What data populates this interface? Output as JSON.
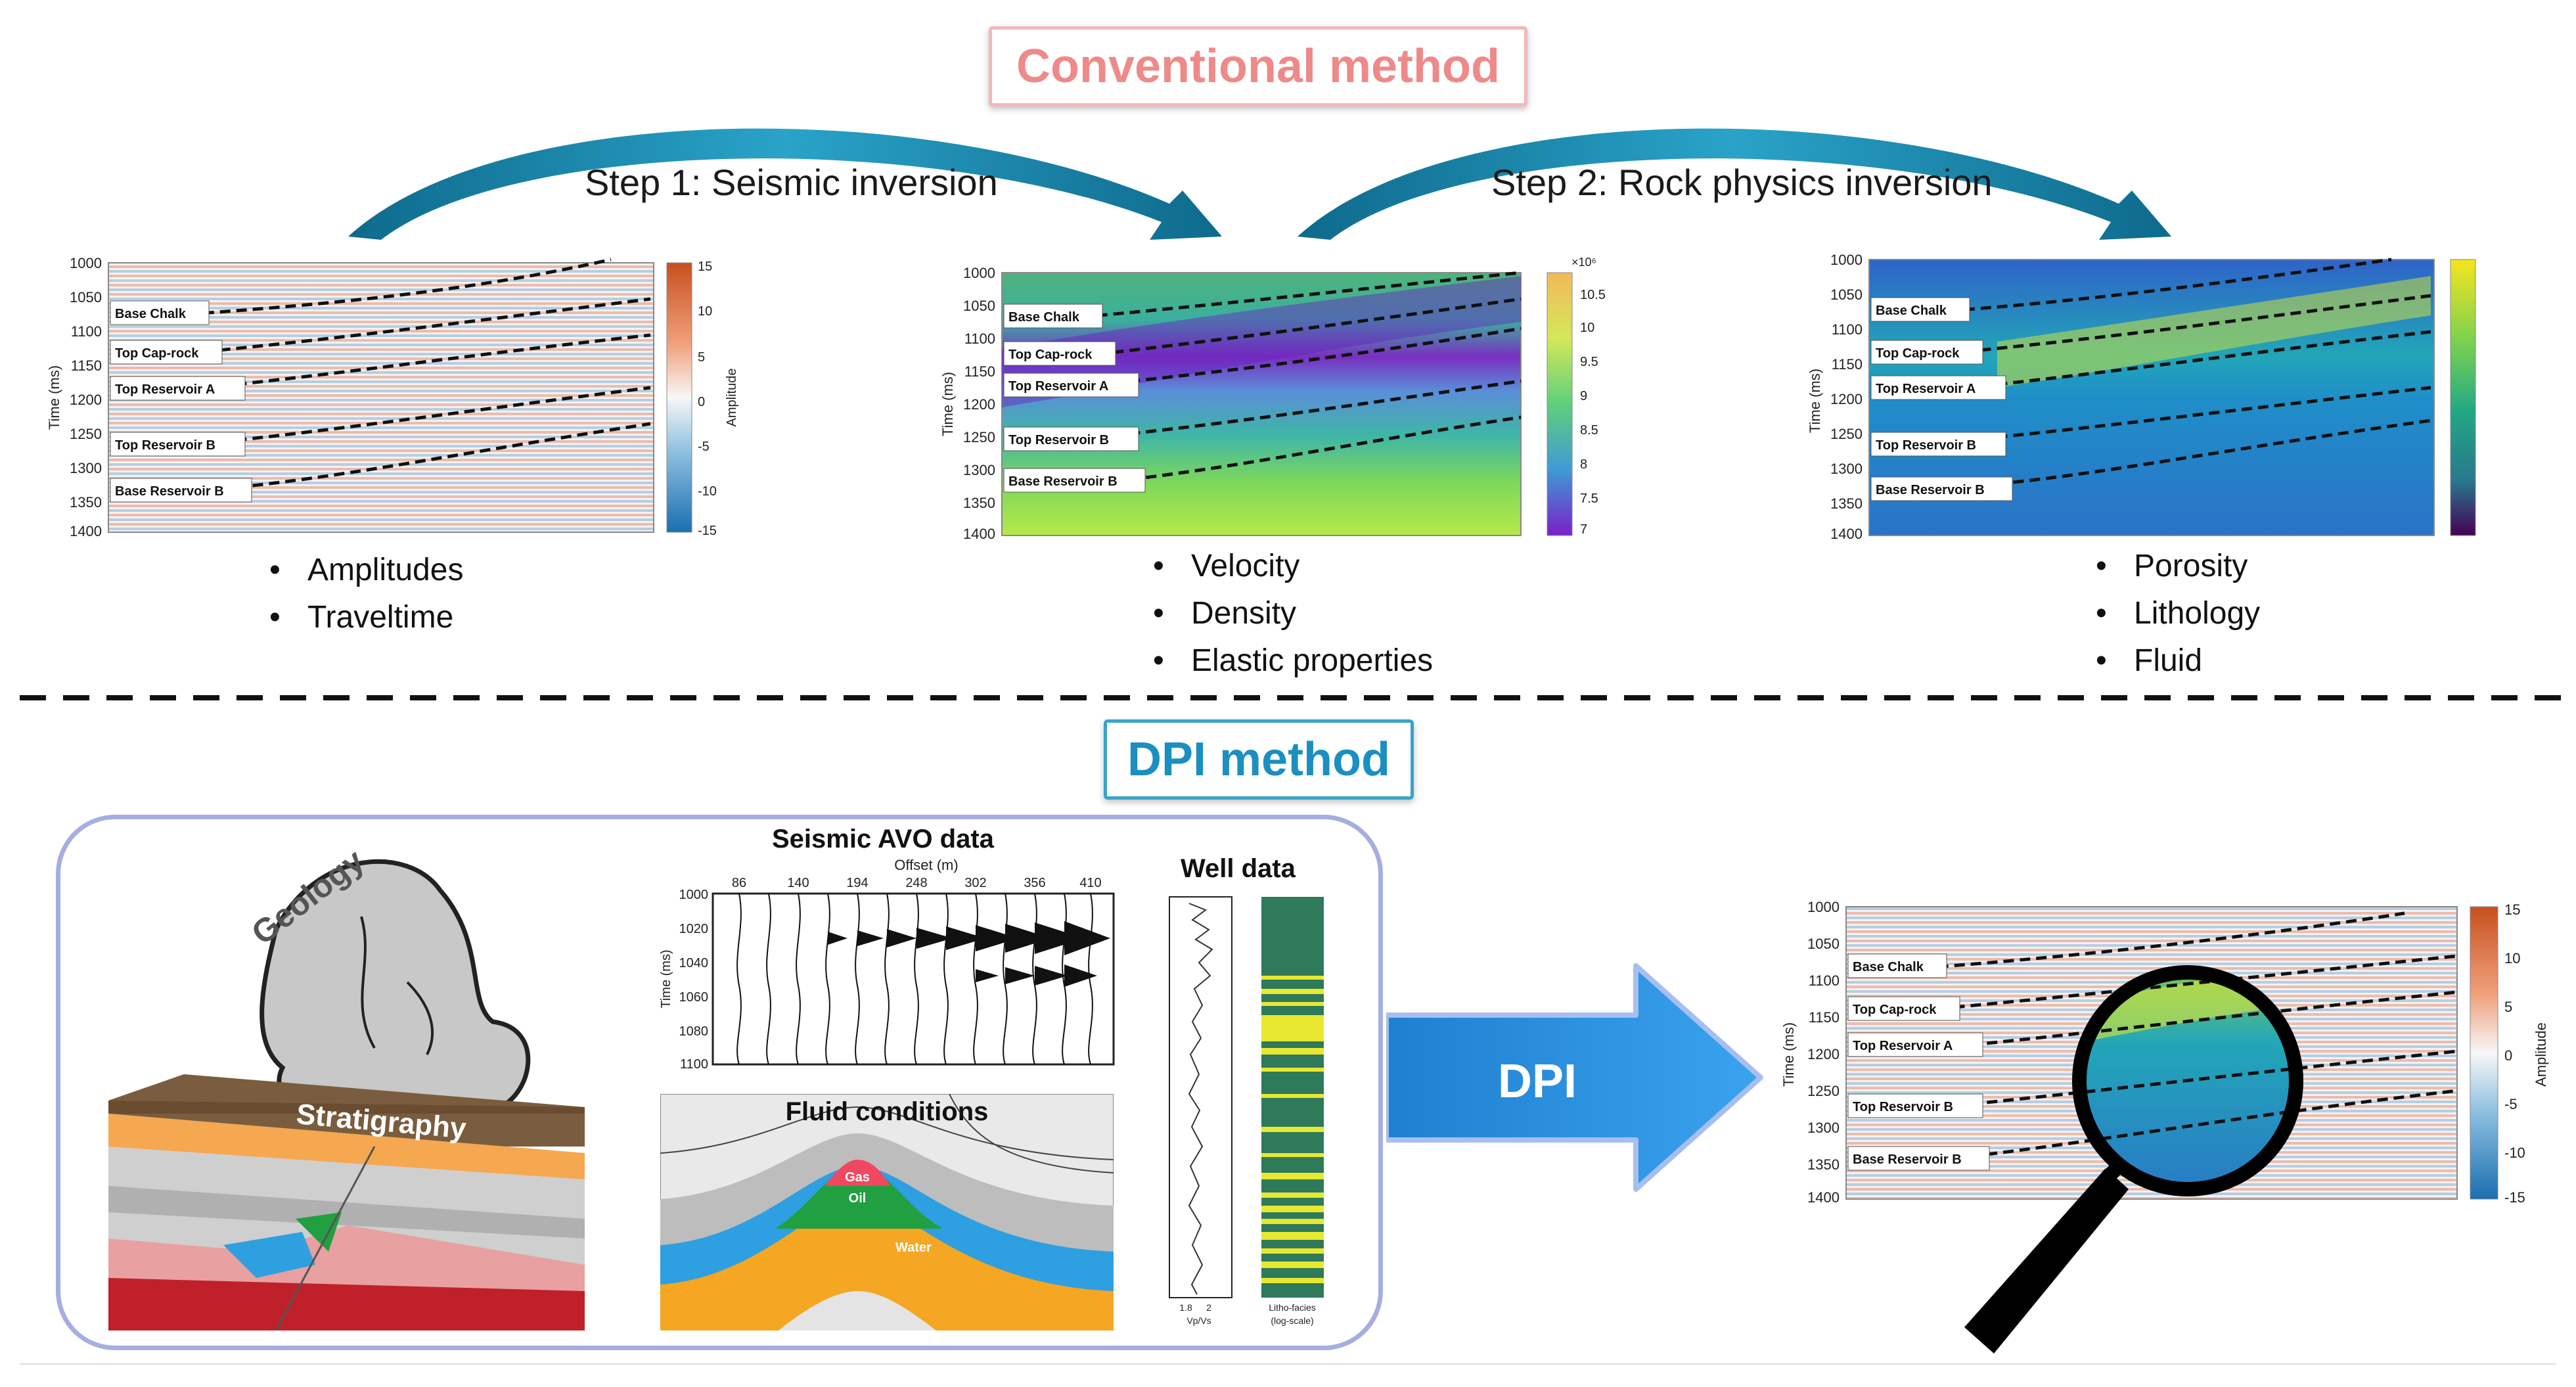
{
  "conventional_title": "Conventional method",
  "step1_label": "Step 1: Seismic inversion",
  "step2_label": "Step 2: Rock physics inversion",
  "dpi_title": "DPI method",
  "dpi_arrow_label": "DPI",
  "panels": {
    "time_axis_label": "Time (ms)",
    "time_ticks": [
      "1000",
      "1050",
      "1100",
      "1150",
      "1200",
      "1250",
      "1300",
      "1350",
      "1400"
    ],
    "horizons": [
      "Base Chalk",
      "Top Cap-rock",
      "Top Reservoir A",
      "Top Reservoir B",
      "Base Reservoir B"
    ],
    "amplitude_label": "Amplitude",
    "amplitude_ticks": [
      "15",
      "10",
      "5",
      "0",
      "-5",
      "-10",
      "-15"
    ],
    "velocity_exponent": "×10⁶",
    "velocity_ticks": [
      "10.5",
      "10",
      "9.5",
      "9",
      "8.5",
      "8",
      "7.5",
      "7"
    ]
  },
  "bullets": {
    "seismic": [
      "Amplitudes",
      "Traveltime"
    ],
    "elastic": [
      "Velocity",
      "Density",
      "Elastic properties"
    ],
    "rock": [
      "Porosity",
      "Lithology",
      "Fluid"
    ]
  },
  "inputs": {
    "geology": "Geology",
    "stratigraphy": "Stratigraphy",
    "avo_title": "Seismic AVO data",
    "avo_offset_label": "Offset (m)",
    "avo_offsets": [
      "86",
      "140",
      "194",
      "248",
      "302",
      "356",
      "410"
    ],
    "avo_time_label": "Time (ms)",
    "avo_times": [
      "1000",
      "1020",
      "1040",
      "1060",
      "1080",
      "1100"
    ],
    "fluid_title": "Fluid conditions",
    "fluid_layers": [
      "Gas",
      "Oil",
      "Water"
    ],
    "well_title": "Well data",
    "well_log_ticks": [
      "1.8",
      "2"
    ],
    "well_log_label": "Vp/Vs",
    "lithofacies_label": "Litho-facies",
    "lithofacies_sub": "(log-scale)"
  },
  "colors": {
    "conventional": "#ee8a8a",
    "dpi": "#1b8fc0",
    "step_arrow": "#1a7ea3",
    "dpi_arrow": "#2f95e0",
    "input_frame": "#a6aee0"
  }
}
